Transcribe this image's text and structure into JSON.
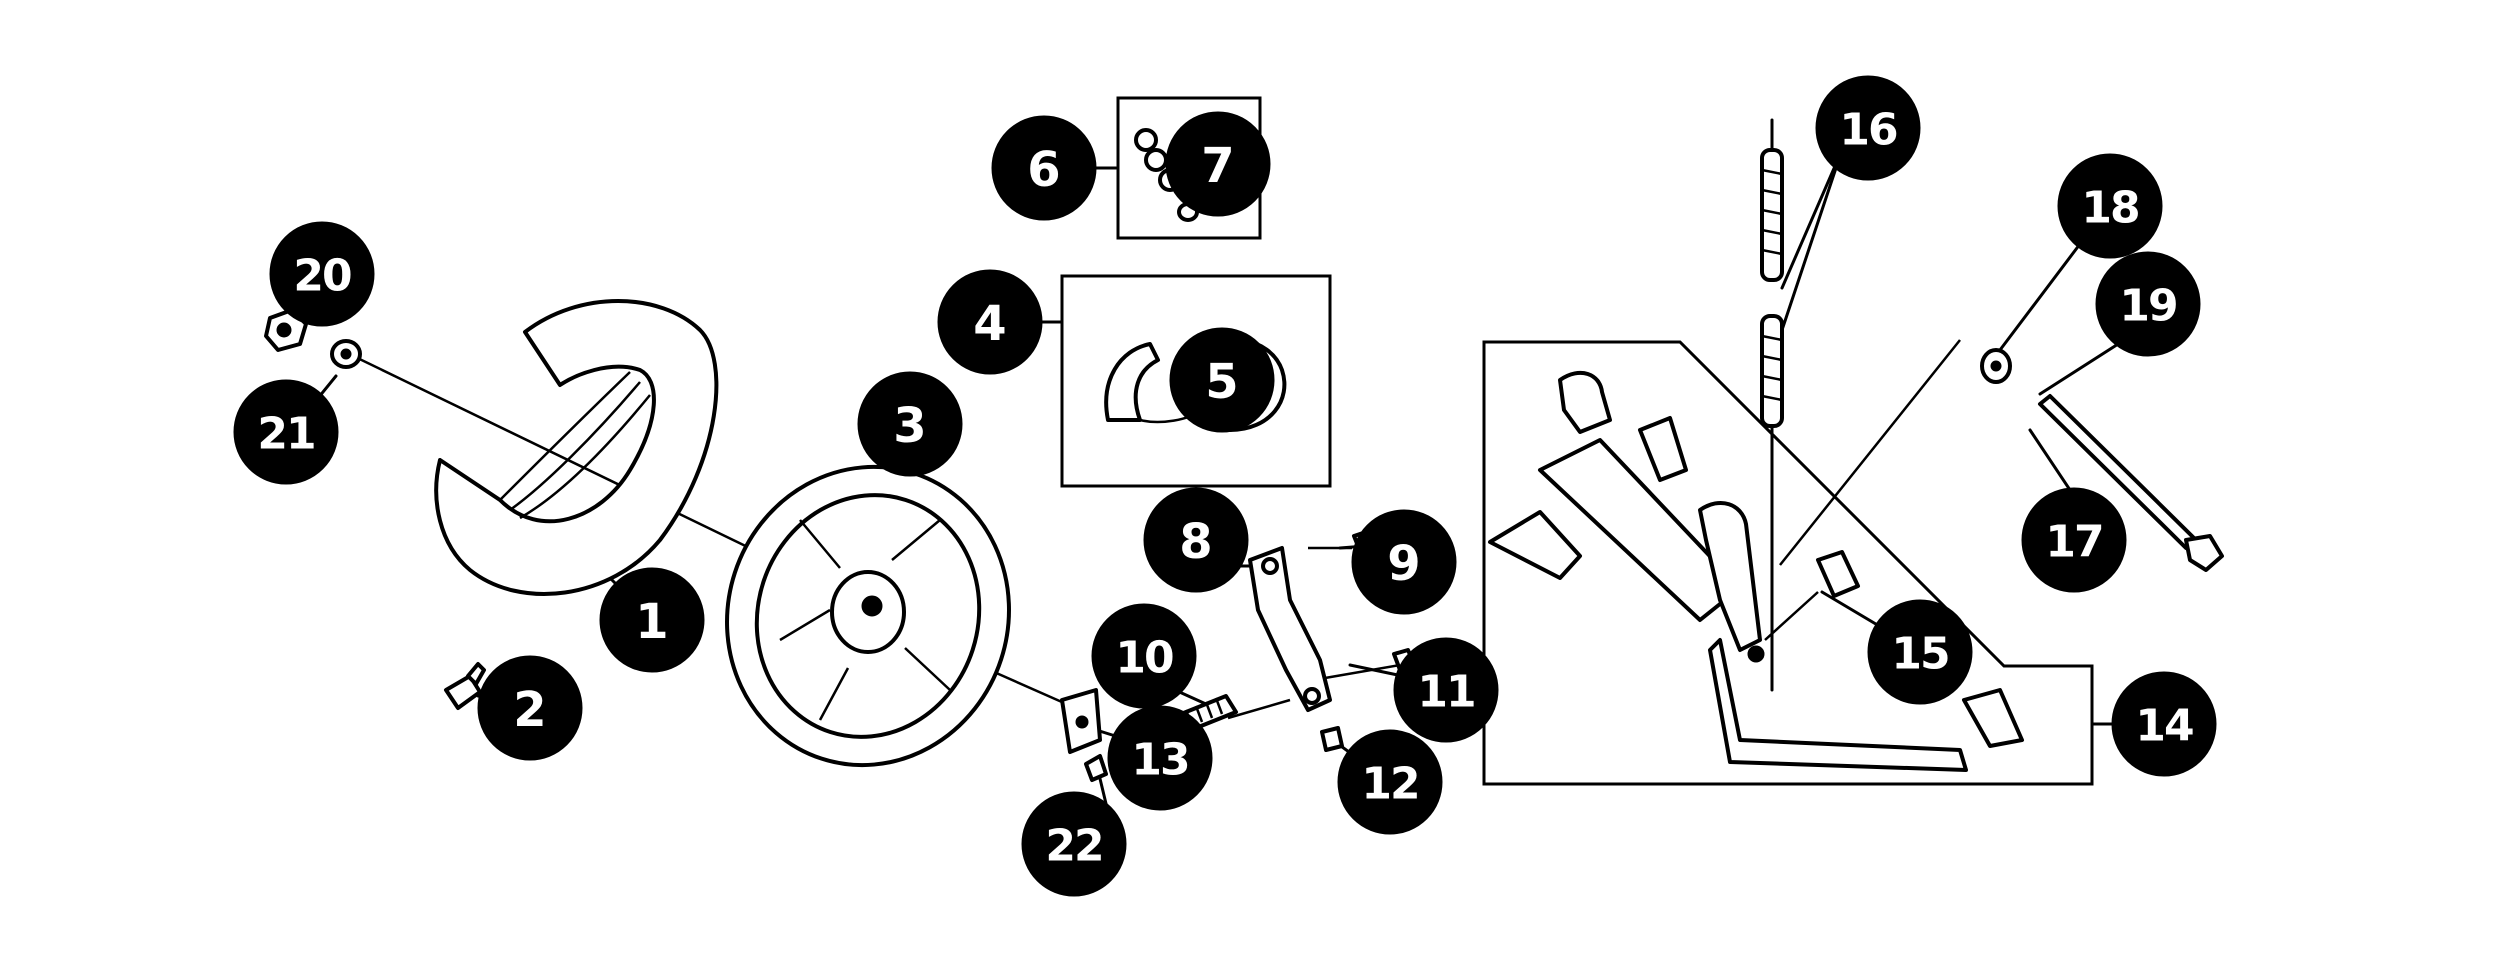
{
  "diagram": {
    "colors": {
      "ink": "#000000",
      "paper": "#ffffff",
      "callout_text": "#ffffff"
    },
    "callouts": [
      {
        "id": "c1",
        "label": "1"
      },
      {
        "id": "c2",
        "label": "2"
      },
      {
        "id": "c3",
        "label": "3"
      },
      {
        "id": "c4",
        "label": "4"
      },
      {
        "id": "c5",
        "label": "5"
      },
      {
        "id": "c6",
        "label": "6"
      },
      {
        "id": "c7",
        "label": "7"
      },
      {
        "id": "c8",
        "label": "8"
      },
      {
        "id": "c9",
        "label": "9"
      },
      {
        "id": "c10",
        "label": "10"
      },
      {
        "id": "c11",
        "label": "11"
      },
      {
        "id": "c12",
        "label": "12"
      },
      {
        "id": "c13",
        "label": "13"
      },
      {
        "id": "c14",
        "label": "14"
      },
      {
        "id": "c15",
        "label": "15"
      },
      {
        "id": "c16",
        "label": "16"
      },
      {
        "id": "c17",
        "label": "17"
      },
      {
        "id": "c18",
        "label": "18"
      },
      {
        "id": "c19",
        "label": "19"
      },
      {
        "id": "c20",
        "label": "20"
      },
      {
        "id": "c21",
        "label": "21"
      },
      {
        "id": "c22",
        "label": "22"
      }
    ]
  }
}
